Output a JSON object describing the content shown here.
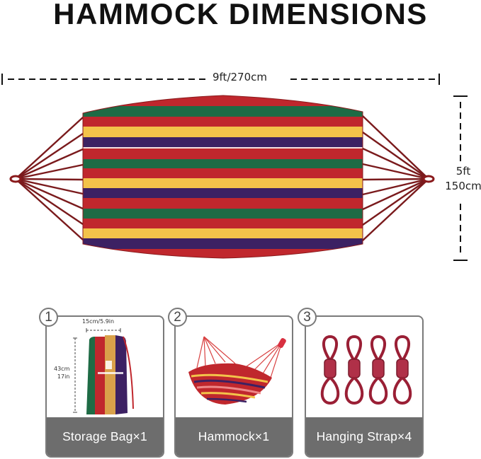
{
  "title": "HAMMOCK DIMENSIONS",
  "dimensions": {
    "length_label": "9ft/270cm",
    "width_label_line1": "5ft",
    "width_label_line2": "150cm"
  },
  "colors": {
    "red": "#c0272d",
    "green": "#1e6b45",
    "yellow": "#f3c34a",
    "purple": "#3c2163",
    "rope": "#7a1a1c",
    "card_border": "#7a7a7a",
    "card_label_bg": "#6d6d6d"
  },
  "items": [
    {
      "number": "1",
      "label": "Storage Bag×1",
      "bag_width_label": "15cm/5.9in",
      "bag_height_label_line1": "43cm",
      "bag_height_label_line2": "17in"
    },
    {
      "number": "2",
      "label": "Hammock×1"
    },
    {
      "number": "3",
      "label": "Hanging Strap×4"
    }
  ]
}
